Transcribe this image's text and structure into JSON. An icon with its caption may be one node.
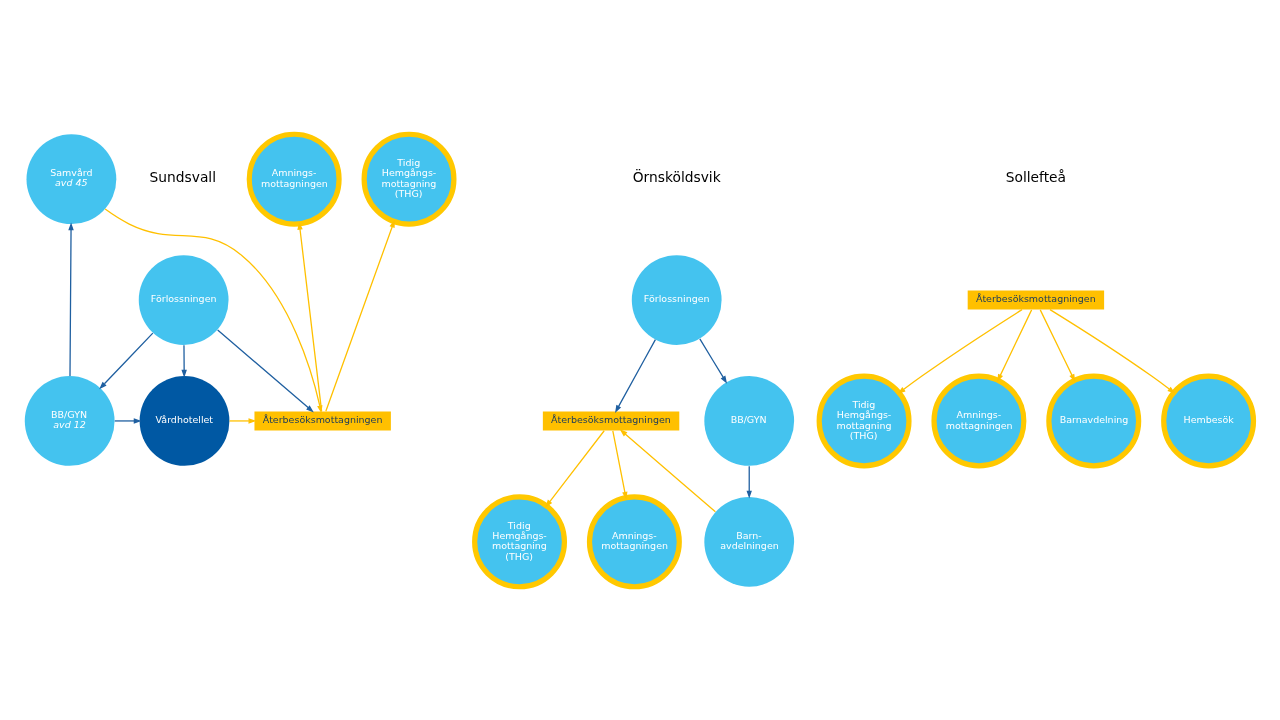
{
  "diagram": {
    "nodes": [
      {
        "text": [
          "Förlossningen"
        ]
      },
      {
        "text": [
          "Återbesöksmottagningen"
        ]
      },
      {
        "text": [
          "Vårdhotellet"
        ]
      },
      {
        "text": [
          "BB/GYN",
          "avd 12"
        ]
      },
      {
        "text": [
          "Tidig Hemgångs- mottagning (THG)"
        ]
      },
      {
        "text": [
          "Amnings- mottagningen"
        ]
      },
      {
        "text": [
          "Samvård",
          "avd 45"
        ]
      },
      {
        "text": [
          "Förlossningen"
        ]
      },
      {
        "text": [
          "Återbesöksmottagningen"
        ]
      },
      {
        "text": [
          "Tidig Hemgångs- mottagning (THG)"
        ]
      },
      {
        "text": [
          "Amnings- mottagningen"
        ]
      },
      {
        "text": [
          "BB/GYN"
        ]
      },
      {
        "text": [
          "Barn- avdelningen"
        ]
      },
      {
        "text": [
          "Återbesöksmottagningen"
        ]
      },
      {
        "text": [
          "Tidig Hemgångs- mottagning (THG)"
        ]
      },
      {
        "text": [
          "Amnings- mottagningen"
        ]
      },
      {
        "text": [
          "Barnavdelning"
        ]
      },
      {
        "text": [
          "Hembesök"
        ]
      }
    ],
    "edges": [
      {
        "from": 0,
        "to": 1,
        "arrow": "to",
        "color": "#1f5fa0"
      },
      {
        "from": 0,
        "to": 2,
        "arrow": "to",
        "color": "#1f5fa0"
      },
      {
        "from": 0,
        "to": 3,
        "arrow": "to",
        "color": "#1f5fa0"
      },
      {
        "from": 3,
        "to": 2,
        "arrow": "to",
        "color": "#1f5fa0"
      },
      {
        "from": 2,
        "to": 1,
        "arrow": "to"
      },
      {
        "from": 1,
        "to": 4,
        "arrow": "to"
      },
      {
        "from": 1,
        "to": 5,
        "arrow": "to"
      },
      {
        "from": 3,
        "to": 6,
        "arrow": "to",
        "color": "#1f5fa0"
      },
      {
        "from": 6,
        "to": 1,
        "arrow": "to"
      },
      {
        "from": 7,
        "to": 8,
        "arrow": "to",
        "color": "#1f5fa0"
      },
      {
        "from": 7,
        "to": 11,
        "arrow": "to",
        "color": "#1f5fa0"
      },
      {
        "from": 11,
        "to": 12,
        "arrow": "to",
        "color": "#1f5fa0"
      },
      {
        "from": 8,
        "to": 9,
        "arrow": "to"
      },
      {
        "from": 8,
        "to": 10,
        "arrow": "to"
      },
      {
        "from": 12,
        "to": 8,
        "arrow": "to"
      },
      {
        "from": 13,
        "to": 14,
        "arrow": "to"
      },
      {
        "from": 13,
        "to": 15,
        "arrow": "to"
      },
      {
        "from": 13,
        "to": 16,
        "arrow": "to"
      },
      {
        "from": 13,
        "to": 17,
        "arrow": "to"
      }
    ],
    "labels": [
      "Sundsvall",
      "Örnsköldsvik",
      "Sollefteå"
    ]
  }
}
